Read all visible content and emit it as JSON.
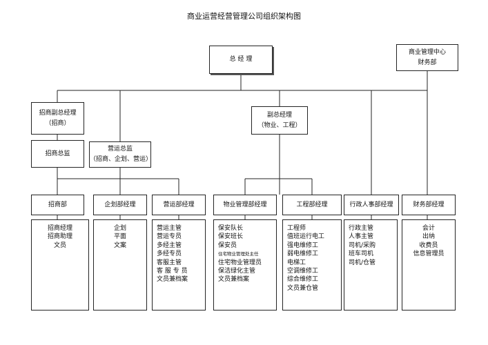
{
  "title": "商业运营经营管理公司组织架构图",
  "gm": "总 经 理",
  "center": [
    "商业管理中心",
    "财务部"
  ],
  "vp_invest": [
    "招商副总经理",
    "（招商）"
  ],
  "vp": [
    "副总经理",
    "（物业、工程）"
  ],
  "invest_director": "招商总监",
  "ops_director": [
    "营运总监",
    "（招商、企划、营运）"
  ],
  "departments": [
    {
      "name": "招商部",
      "staff": [
        "招商经理",
        "招商助理",
        "文员"
      ]
    },
    {
      "name": "企划部经理",
      "staff": [
        "企划",
        "平面",
        "文案"
      ]
    },
    {
      "name": "营运部经理",
      "staff": [
        "营运主管",
        "营运专员",
        "多经主管",
        "多经专员",
        "客服主管",
        "客 服 专 员",
        "文员兼档案"
      ]
    },
    {
      "name": "物业管理部经理",
      "staff": [
        "保安队长",
        "保安班长",
        "保安员",
        "住宅物业管理处主任",
        "住宅物业管理员",
        "保洁绿化主管",
        "文员兼档案"
      ]
    },
    {
      "name": "工程部经理",
      "staff": [
        "工程师",
        "值班运行电工",
        "强电维修工",
        "弱电维修工",
        "电梯工",
        "空调维修工",
        "综合维修工",
        "文员兼仓管"
      ]
    },
    {
      "name": "行政人事部经理",
      "staff": [
        "行政主管",
        "人事主管",
        "司机/采购",
        "班车司机",
        "司机/仓管"
      ]
    },
    {
      "name": "财务部经理",
      "staff": [
        "会计",
        "出纳",
        "收费员",
        "信息管理员"
      ]
    }
  ]
}
